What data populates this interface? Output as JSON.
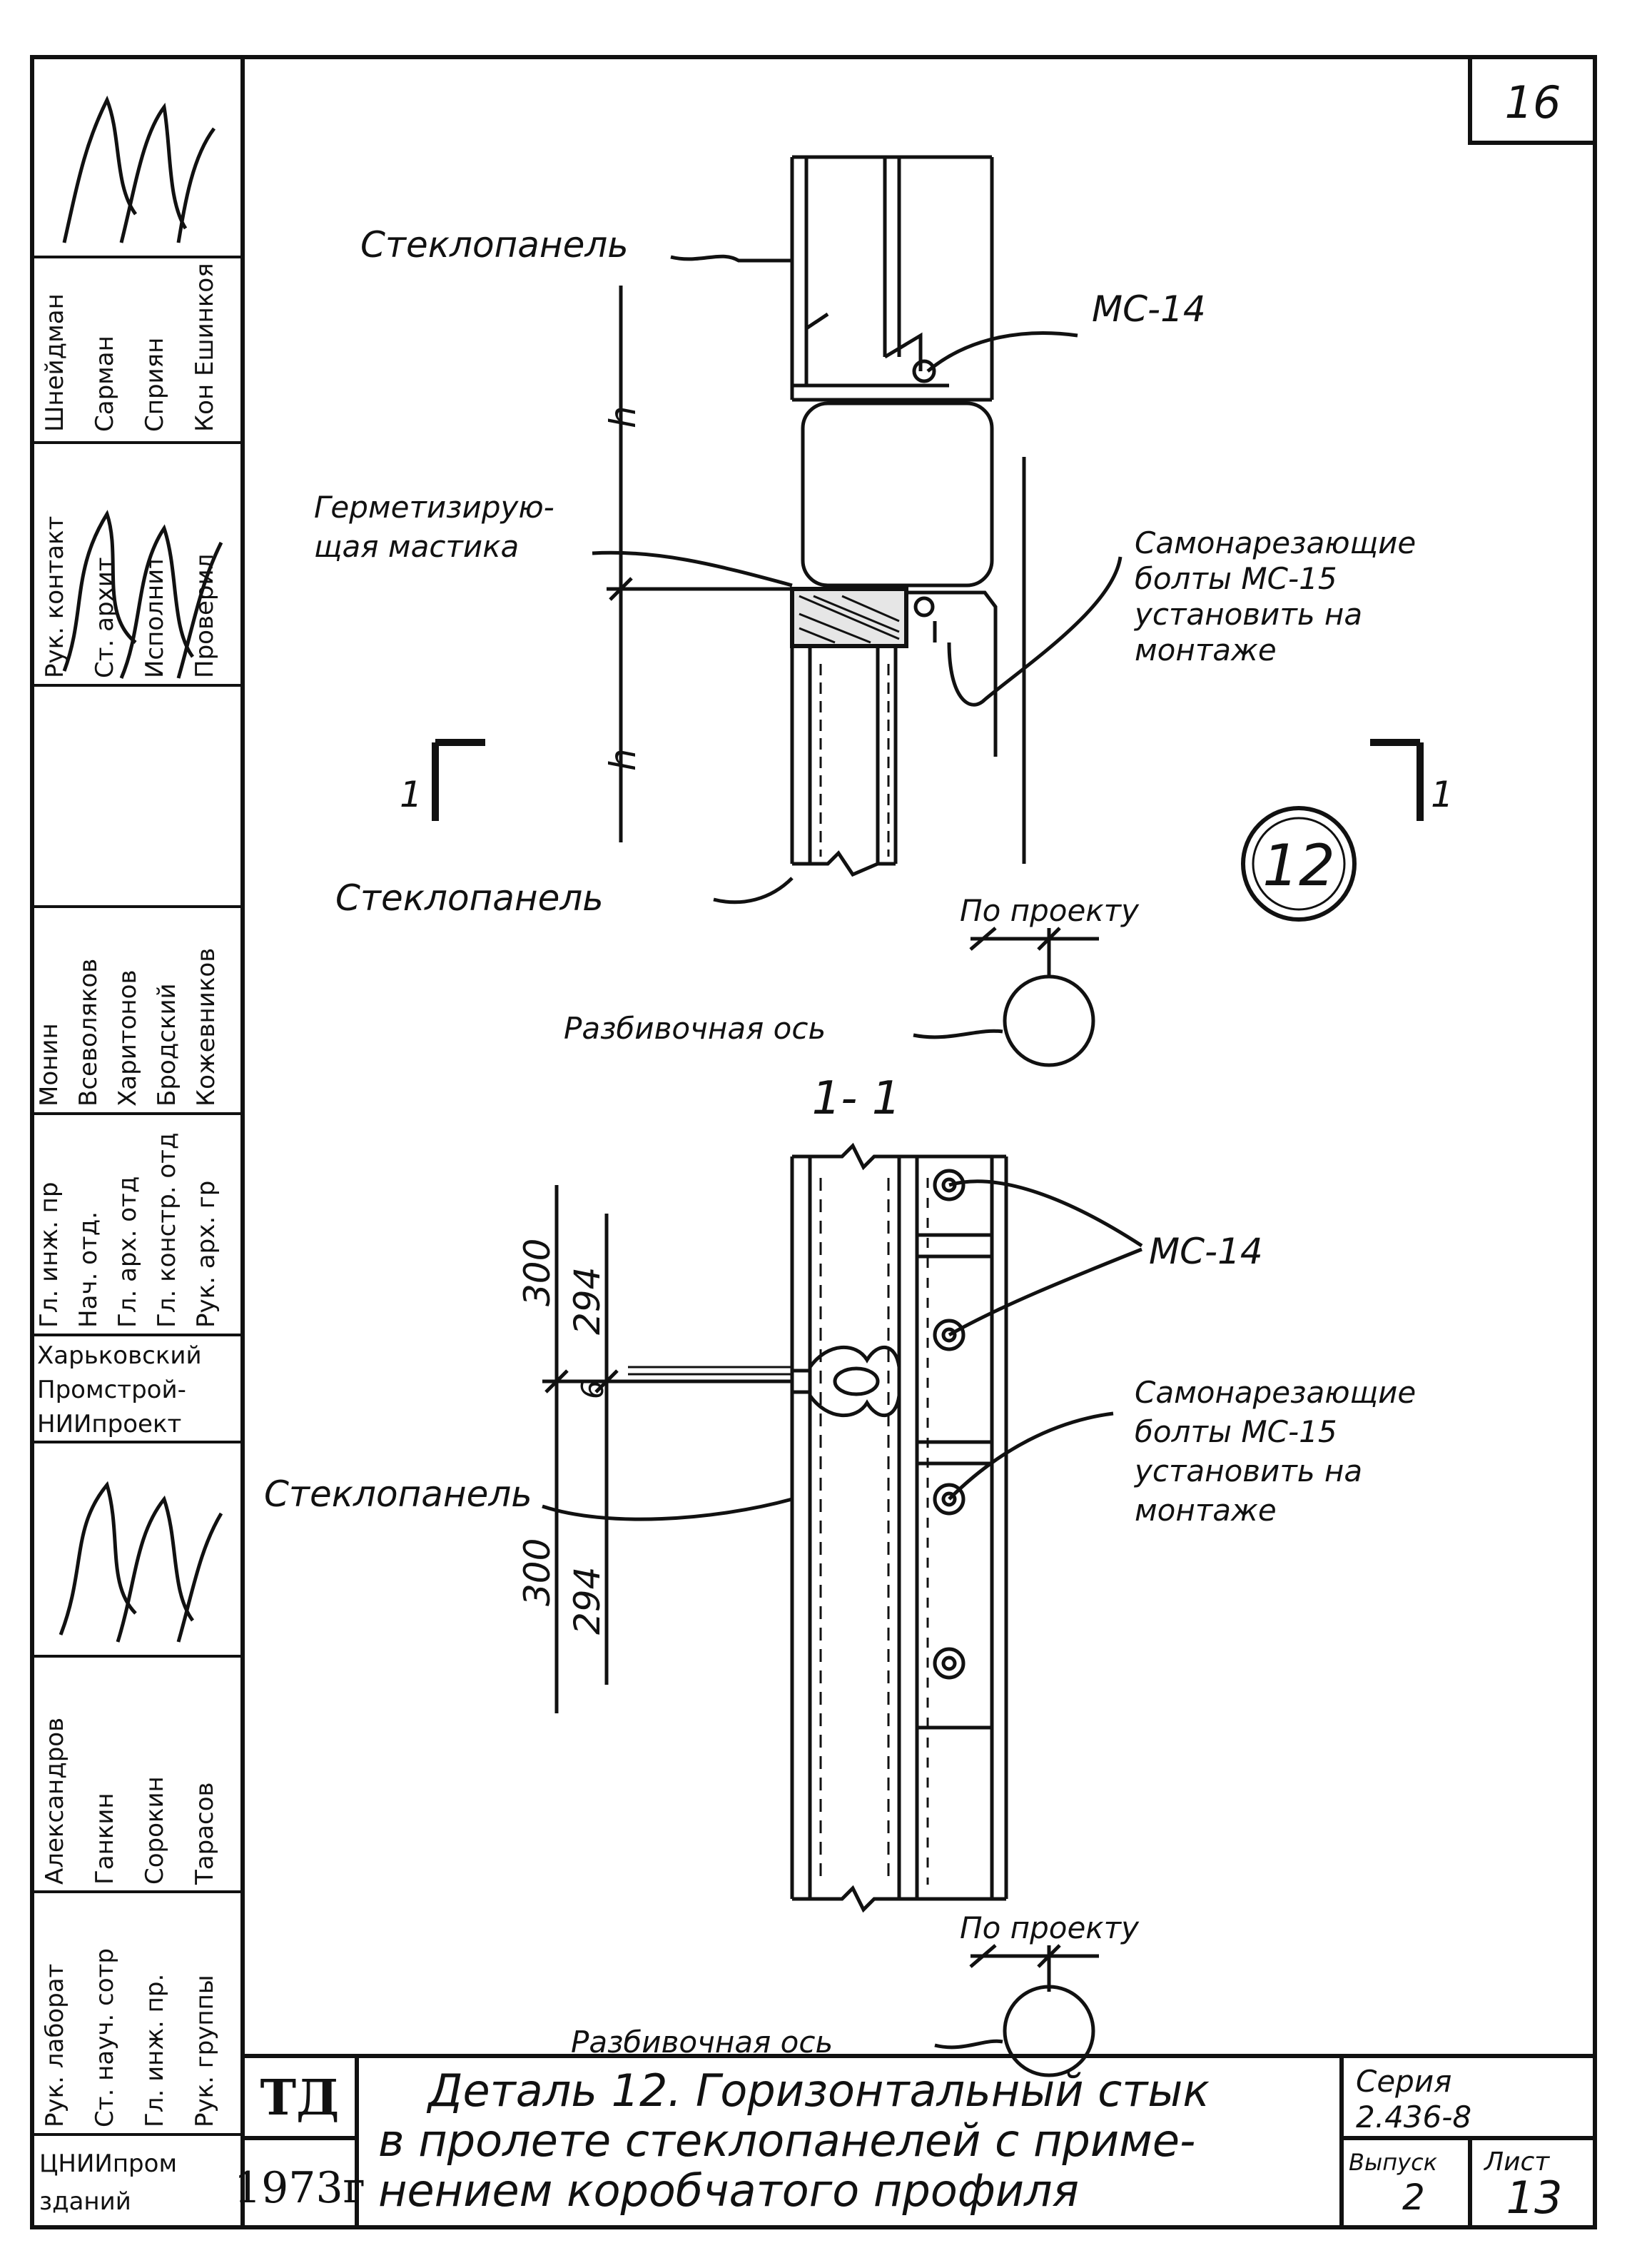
{
  "sheet": {
    "page_number": "16",
    "detail_mark": "12"
  },
  "upper_view": {
    "glass_panel_top": "Стеклопанель",
    "fastener_top": "МС-14",
    "sealant_line1": "Герметизирую-",
    "sealant_line2": "щая мастика",
    "bolts_line1": "Самонарезающие",
    "bolts_line2": "болты МС-15",
    "bolts_line3": "установить на",
    "bolts_line4": "монтаже",
    "dim_h_upper": "h",
    "dim_h_lower": "h",
    "section_mark_left": "1",
    "section_mark_right": "1",
    "glass_panel_bottom": "Стеклопанель",
    "by_design": "По проекту",
    "axis_label": "Разбивочная ось"
  },
  "section_view": {
    "title": "1- 1",
    "dim_300_top": "300",
    "dim_294_top": "294",
    "dim_6": "6",
    "dim_300_bottom": "300",
    "dim_294_bottom": "294",
    "fastener": "МС-14",
    "bolts_line1": "Самонарезающие",
    "bolts_line2": "болты МС-15",
    "bolts_line3": "установить на",
    "bolts_line4": "монтаже",
    "glass_panel": "Стеклопанель",
    "by_design": "По проекту",
    "axis_label": "Разбивочная ось"
  },
  "side_stamp": {
    "blocks": [
      [
        "Шнейдман",
        "Сарман",
        "Сприян",
        "Кон Ешинкоя"
      ],
      [
        "Рук. контакт",
        "Ст. архит",
        "Исполнит",
        "Проверил"
      ],
      [
        "Монин",
        "Всеволяков",
        "Харитонов",
        "Бродский",
        "Кожевников"
      ],
      [
        "Гл. инж. пр",
        "Нач. отд.",
        "Гл. арх. отд",
        "Гл. констр. отд",
        "Рук. арх. гр"
      ],
      [
        "Харьковский",
        "Промстрой-",
        "НИИпроект"
      ],
      [
        "Александров",
        "Ганкин",
        "Сорокин",
        "Тарасов"
      ],
      [
        "Рук. лаборат",
        "Ст. науч. сотр",
        "Гл. инж. пр.",
        "Рук. группы"
      ]
    ],
    "org_line1": "ЦНИИпром",
    "org_line2": "зданий"
  },
  "title_block": {
    "doc_type": "ТД",
    "year": "1973г",
    "title_line1": "Деталь 12. Горизонтальный стык",
    "title_line2": "в пролете стеклопанелей с приме-",
    "title_line3": "нением коробчатого профиля",
    "series_label": "Серия",
    "series_value": "2.436-8",
    "issue_label": "Выпуск",
    "issue_value": "2",
    "sheet_label": "Лист",
    "sheet_value": "13"
  }
}
